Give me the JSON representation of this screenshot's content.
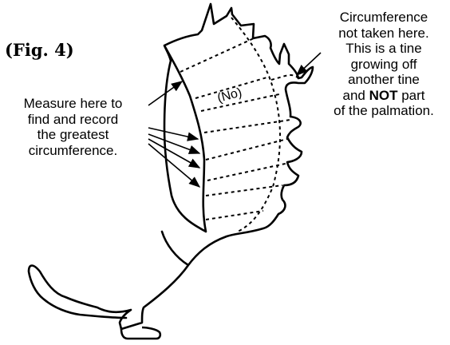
{
  "figure_label": "(Fig. 4)",
  "inner_label": "(No)",
  "left_note": {
    "lines": [
      "Measure here to",
      "find and record",
      "the greatest",
      "circumference."
    ]
  },
  "right_note": {
    "lines": [
      "Circumference",
      "not taken here.",
      "This is a tine",
      "growing off",
      "another tine"
    ],
    "line6_prefix": "and ",
    "line6_emphasis": "NOT",
    "line6_suffix": " part",
    "line7": "of the palmation."
  },
  "colors": {
    "ink": "#000000",
    "background": "#ffffff"
  }
}
